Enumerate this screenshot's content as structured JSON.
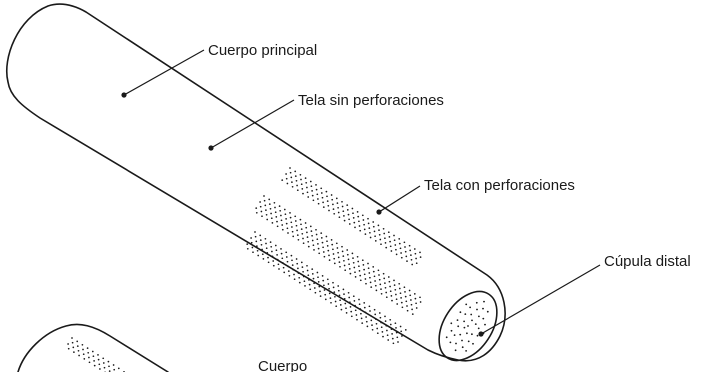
{
  "diagram": {
    "labels": {
      "main_body": "Cuerpo principal",
      "fabric_plain": "Tela sin perforaciones",
      "fabric_perforated": "Tela con perforaciones",
      "distal_dome": "Cúpula distal",
      "body_partial": "Cuerpo"
    }
  }
}
